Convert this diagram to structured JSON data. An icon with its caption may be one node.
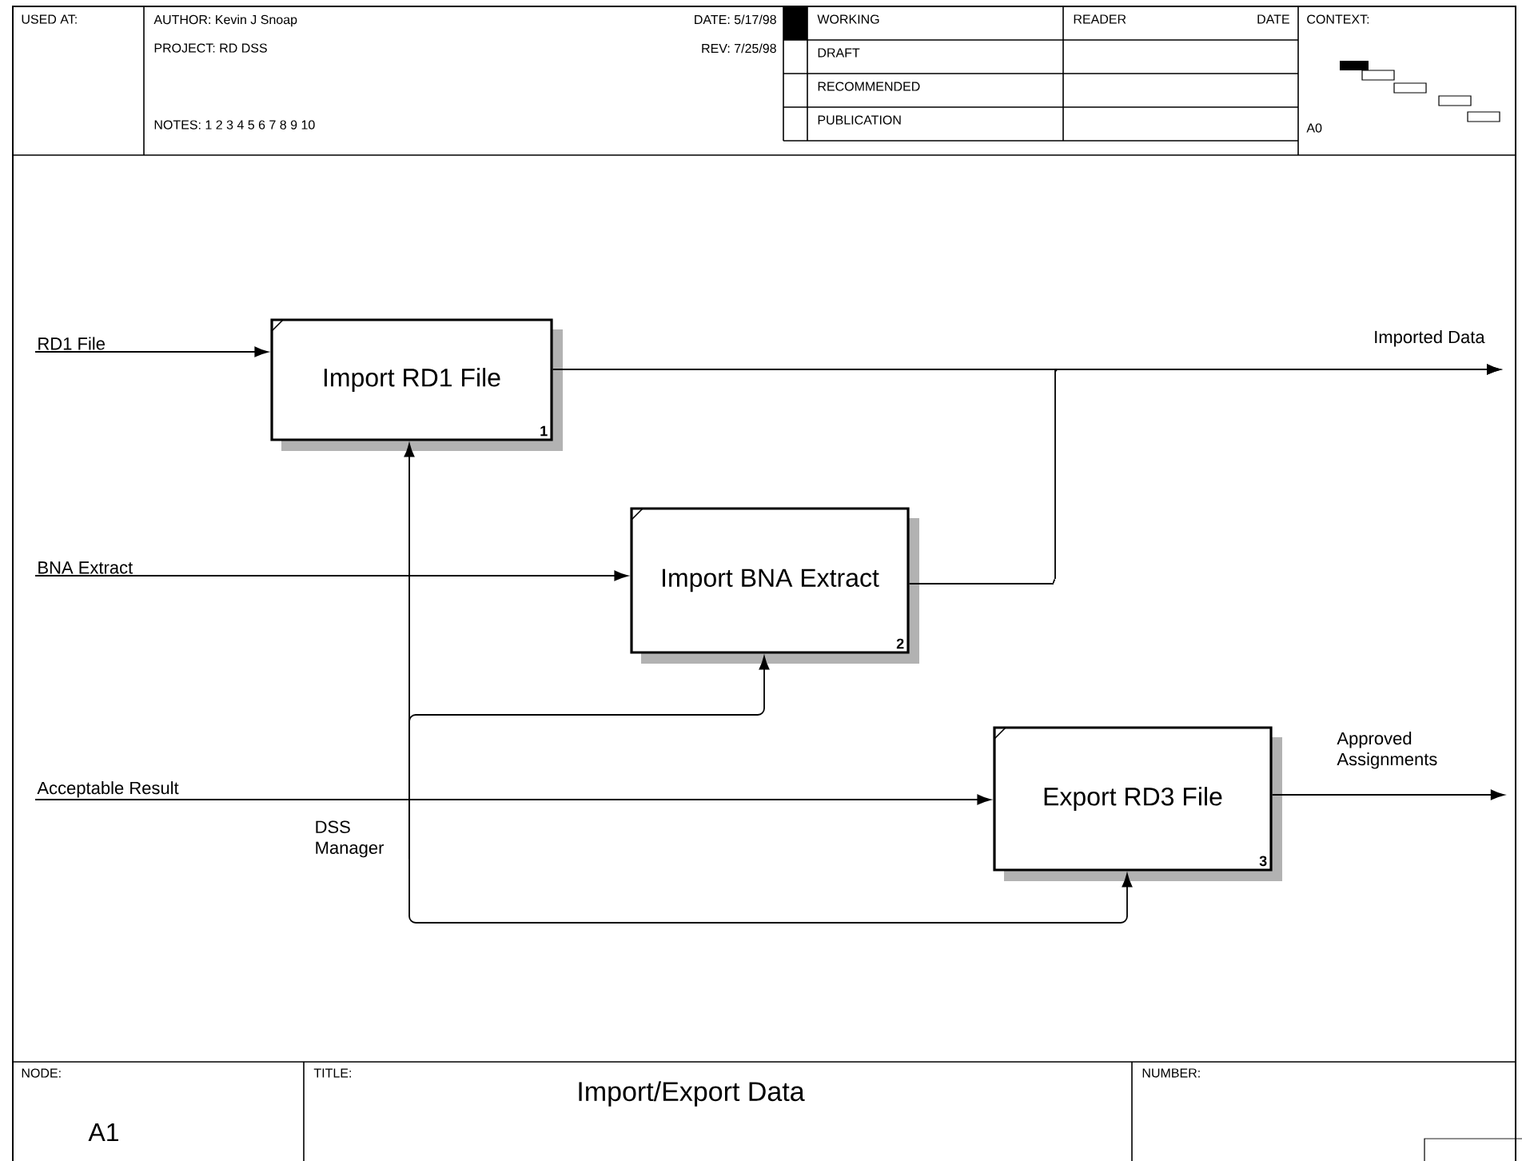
{
  "diagram": {
    "title": "Import/Export Data",
    "nodes": [
      {
        "text": [
          "Import RD1 File",
          "1"
        ]
      },
      {
        "text": [
          "Import BNA Extract",
          "2"
        ]
      },
      {
        "text": [
          "Export RD3 File",
          "3"
        ]
      },
      {
        "text": [
          "RD1 File"
        ]
      },
      {
        "text": [
          "BNA Extract"
        ]
      },
      {
        "text": [
          "Acceptable Result"
        ]
      },
      {
        "text": [
          "Imported Data"
        ]
      },
      {
        "text": [
          "Approved Assignments"
        ]
      },
      {
        "text": [
          "DSS Manager"
        ]
      }
    ],
    "edges": [
      {
        "from": 3,
        "to": 0,
        "arrow": "to"
      },
      {
        "from": 4,
        "to": 1,
        "arrow": "to"
      },
      {
        "from": 5,
        "to": 2,
        "arrow": "to"
      },
      {
        "from": 0,
        "to": 6,
        "arrow": "to"
      },
      {
        "from": 1,
        "to": 6,
        "arrow": "to"
      },
      {
        "from": 2,
        "to": 7,
        "arrow": "to"
      },
      {
        "from": 8,
        "to": 0,
        "arrow": "to"
      },
      {
        "from": 8,
        "to": 1,
        "arrow": "to"
      },
      {
        "from": 8,
        "to": 2,
        "arrow": "to"
      }
    ],
    "labels": [
      "USED AT:",
      "AUTHOR: Kevin J Snoap",
      "DATE: 5/17/98",
      "WORKING",
      "READER",
      "DATE",
      "CONTEXT:",
      "PROJECT: RD DSS",
      "REV: 7/25/98",
      "DRAFT",
      "RECOMMENDED",
      "PUBLICATION",
      "NOTES: 1 2 3 4 5 6 7 8 9 10",
      "A0",
      "NODE:",
      "TITLE:",
      "NUMBER:",
      "A1"
    ]
  }
}
